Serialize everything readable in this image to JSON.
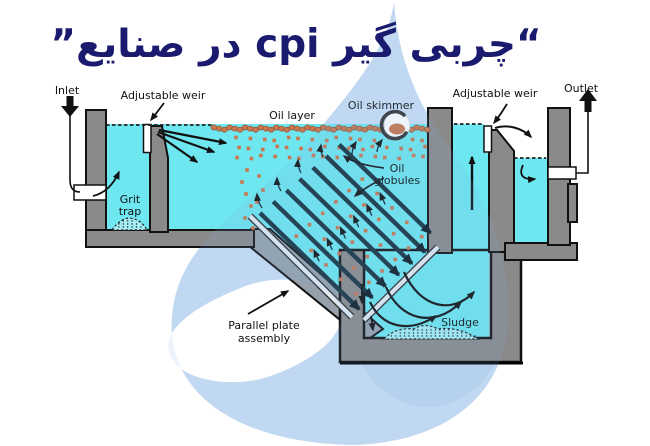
{
  "title": {
    "text": "“چربی گیر cpi در صنایع”",
    "color": "#1a1a6e"
  },
  "diagram": {
    "labels": {
      "inlet": "Inlet",
      "adjustable_weir_left": "Adjustable weir",
      "adjustable_weir_right": "Adjustable weir",
      "oil_layer": "Oil layer",
      "oil_skimmer": "Oil skimmer",
      "oil_globules_line1": "Oil",
      "oil_globules_line2": "globules",
      "grit_trap_line1": "Grit",
      "grit_trap_line2": "trap",
      "parallel_plate_line1": "Parallel plate",
      "parallel_plate_line2": "assembly",
      "sludge": "Sludge",
      "outlet": "Outlet"
    },
    "colors": {
      "water": "#6fe7f1",
      "wall": "#8a8a8a",
      "ramp": "#96a1ac",
      "oil": "#c8774e",
      "oil_outline": "#7a3a1a",
      "plate": "#16323f",
      "rail": "#e4edf4",
      "droplet": "#cce0f5",
      "droplet_mid": "#b7cfec",
      "outline": "#111111",
      "arrow": "#111111"
    }
  }
}
